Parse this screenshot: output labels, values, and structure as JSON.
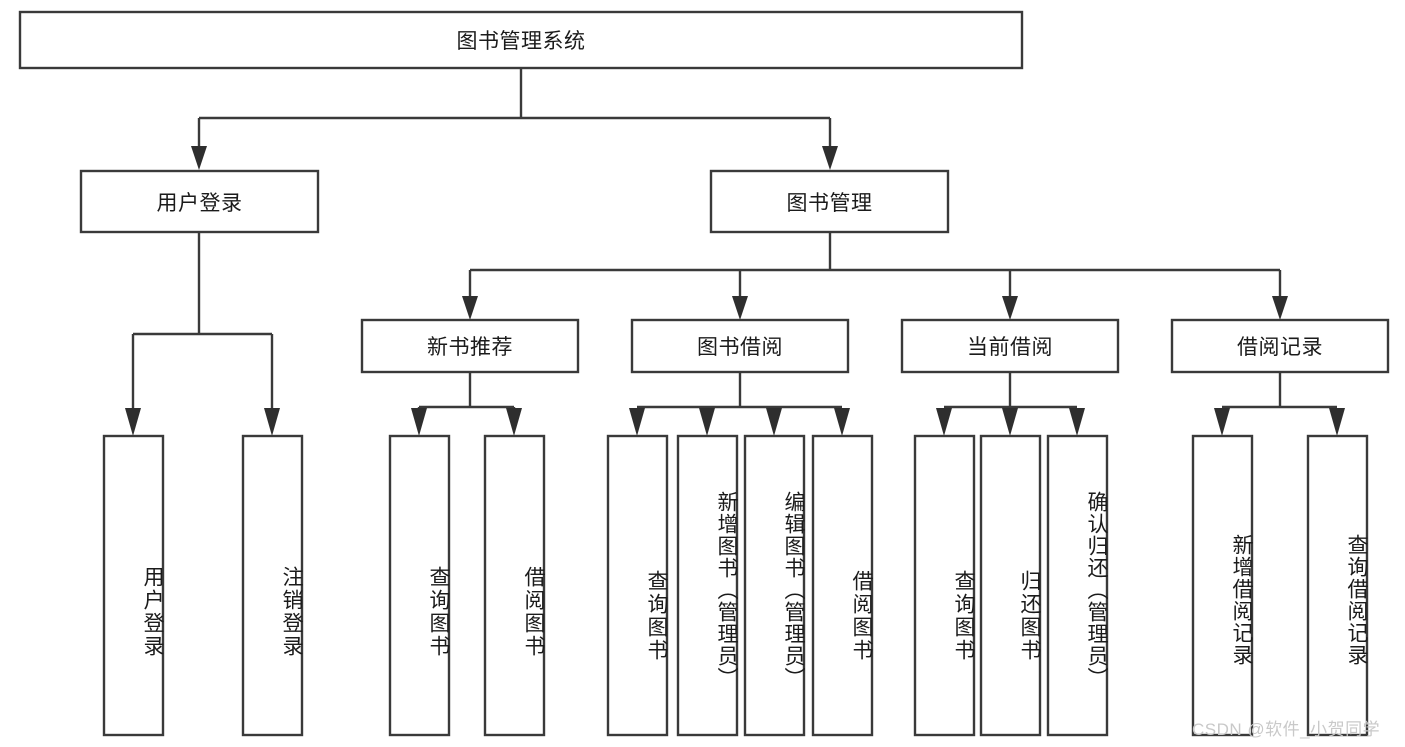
{
  "diagram": {
    "type": "tree-hierarchy-flowchart",
    "title": "图书管理系统",
    "colors": {
      "background": "#ffffff",
      "box_fill": "#ffffff",
      "box_stroke": "#3a3a3a",
      "text": "#1b1b1b",
      "connector": "#3a3a3a",
      "watermark": "#c9c9c9"
    },
    "root": {
      "label": "图书管理系统"
    },
    "level1": [
      {
        "label": "用户登录"
      },
      {
        "label": "图书管理"
      }
    ],
    "level2": [
      {
        "label": "新书推荐"
      },
      {
        "label": "图书借阅"
      },
      {
        "label": "当前借阅"
      },
      {
        "label": "借阅记录"
      }
    ],
    "leaves": {
      "user_login": [
        {
          "label": "用户登录"
        },
        {
          "label": "注销登录"
        }
      ],
      "new_book_recommend": [
        {
          "label": "查询图书"
        },
        {
          "label": "借阅图书"
        }
      ],
      "book_borrow": [
        {
          "label": "查询图书"
        },
        {
          "label": "新增图书（管理员）"
        },
        {
          "label": "编辑图书（管理员）"
        },
        {
          "label": "借阅图书"
        }
      ],
      "current_borrow": [
        {
          "label": "查询图书"
        },
        {
          "label": "归还图书"
        },
        {
          "label": "确认归还（管理员）"
        }
      ],
      "borrow_record": [
        {
          "label": "新增借阅记录"
        },
        {
          "label": "查询借阅记录"
        }
      ]
    },
    "watermark": "CSDN @软件_小贺同学"
  }
}
